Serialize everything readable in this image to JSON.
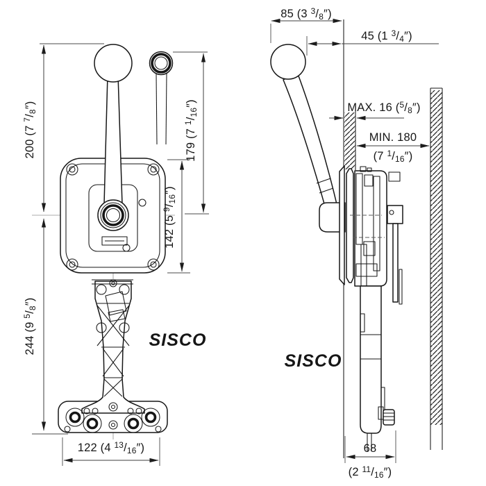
{
  "brand": {
    "front_label": "SISCO",
    "side_label": "SISCO"
  },
  "dimensions": {
    "handle_reach": "85 (3 3/8″)",
    "handle_offset": "45 (1 3/4″)",
    "panel_thickness": "MAX. 16 (5/8″)",
    "rear_clearance_mm": "MIN. 180",
    "rear_clearance_in": "(7 1/16″)",
    "lever_height": "200 (7 7/8″)",
    "handle_height": "179 (7 1/16″)",
    "plate_height": "142 (5 9/16″)",
    "below_mount": "244 (9 5/8″)",
    "plate_width": "122 (4 13/16″)",
    "body_depth_mm": "68",
    "body_depth_in": "(2 11/16″)"
  },
  "colors": {
    "background": "#ffffff",
    "ink": "#161616",
    "dim_line": "#3c3c3c"
  }
}
